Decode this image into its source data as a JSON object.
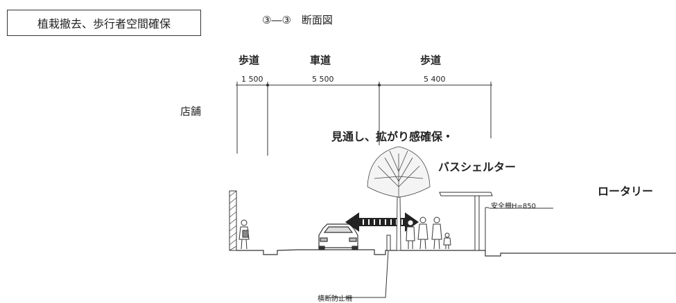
{
  "title_box": "植栽撤去、歩行者空間確保",
  "section_title": "③―③　断面図",
  "zones": [
    {
      "label": "歩道",
      "width": "1 500"
    },
    {
      "label": "車道",
      "width": "5 500"
    },
    {
      "label": "歩道",
      "width": "5 400"
    }
  ],
  "labels": {
    "shop": "店舗",
    "callout": "見通し、拡がり感確保・",
    "bus_shelter": "バスシェルター",
    "rotary": "ロータリー",
    "safety_fence": "安全柵H=850",
    "crossing_barrier": "横断防止柵"
  }
}
